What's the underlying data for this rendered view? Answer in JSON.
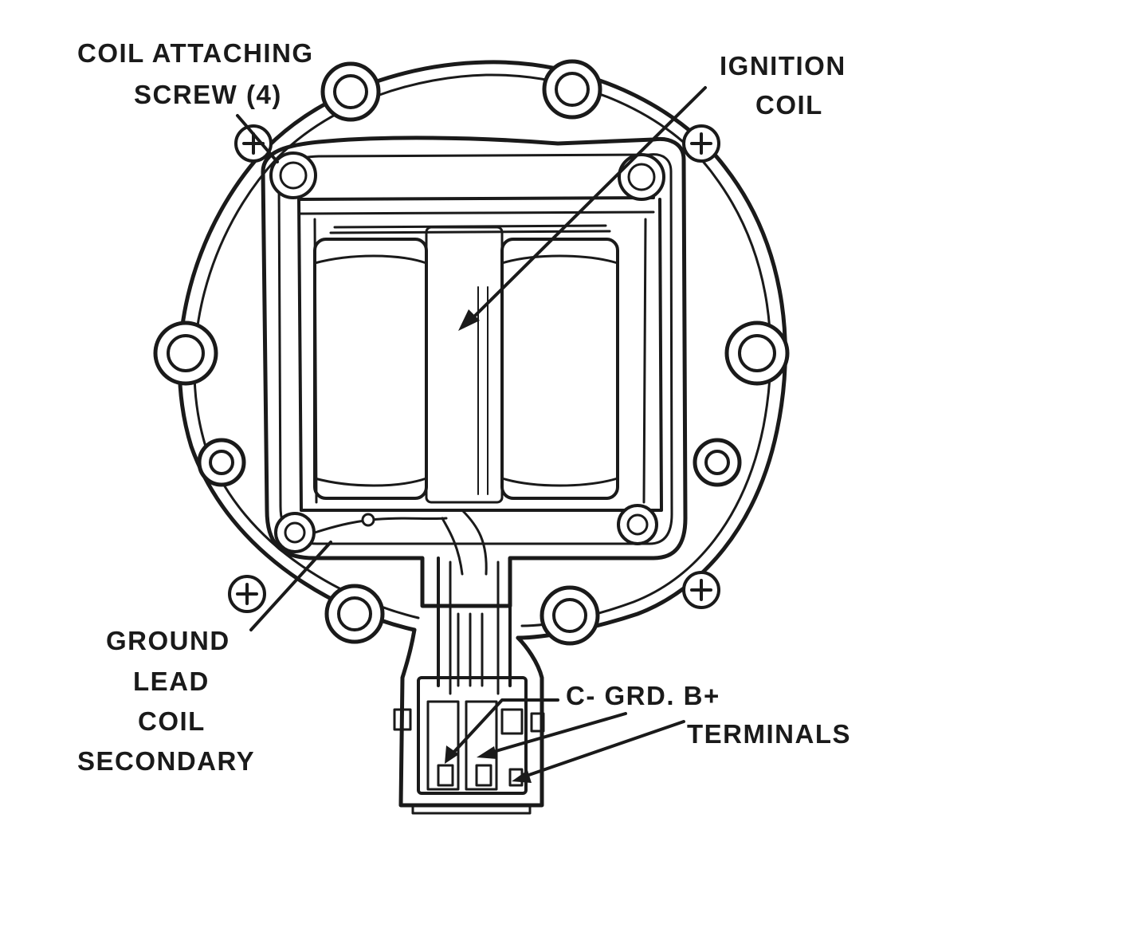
{
  "labels": {
    "coil_attaching_1": "COIL ATTACHING",
    "coil_attaching_2": "SCREW (4)",
    "ignition_1": "IGNITION",
    "ignition_2": "COIL",
    "ground_1": "GROUND",
    "ground_2": "LEAD",
    "secondary_1": "COIL",
    "secondary_2": "SECONDARY",
    "terminals_1": "C- GRD. B+",
    "terminals_2": "TERMINALS"
  },
  "colors": {
    "ink": "#1a1a1a",
    "paper": "#ffffff"
  }
}
